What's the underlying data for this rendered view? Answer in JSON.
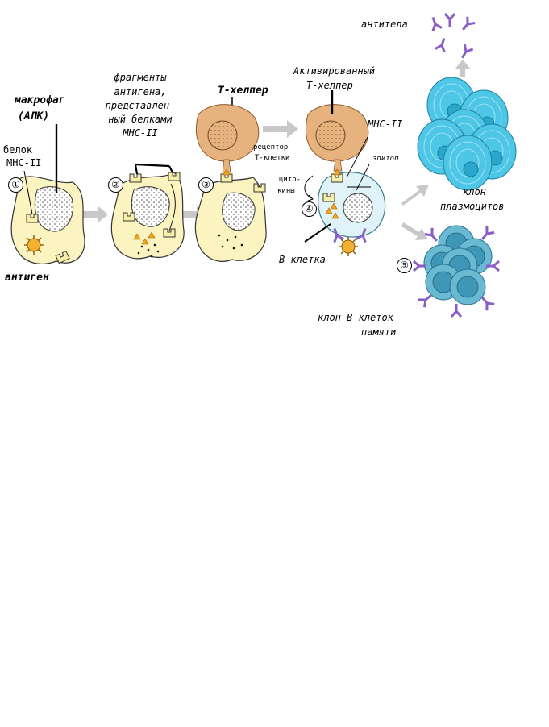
{
  "labels": {
    "antibodies": "антитела",
    "macrophage": "макрофаг",
    "apc": "(АПК)",
    "mhc_protein_line1": "белок",
    "mhc_protein_line2": "MHC-II",
    "antigen": "антиген",
    "fragments_line1": "фрагменты",
    "fragments_line2": "антигена,",
    "fragments_line3": "представлен-",
    "fragments_line4": "ный белками",
    "fragments_line5": "MHC-II",
    "t_helper": "Т-хелпер",
    "t_receptor_line1": "рецептор",
    "t_receptor_line2": "Т-клетки",
    "activated_line1": "Активированный",
    "activated_line2": "Т-хелпер",
    "mhc2_right": "MHC-II",
    "epitope": "эпитоп",
    "cytokines_line1": "цито-",
    "cytokines_line2": "кины",
    "b_cell": "В-клетка",
    "plasma_clone_line1": "клон",
    "plasma_clone_line2": "плазмоцитов",
    "memory_clone_line1": "клон В-клеток",
    "memory_clone_line2": "памяти"
  },
  "steps": [
    "①",
    "②",
    "③",
    "④",
    "⑤"
  ],
  "colors": {
    "cell_fill": "#fbf4c0",
    "cell_stroke": "#333333",
    "t_helper": "#e6b27d",
    "b_cell": "#dff3f8",
    "plasma": "#4ec6e6",
    "memory": "#6ab9d3",
    "antibody": "#8a5ec8",
    "antigen": "#f3b133",
    "fragment": "#f2a21b",
    "arrow": "#c8c8c8"
  }
}
